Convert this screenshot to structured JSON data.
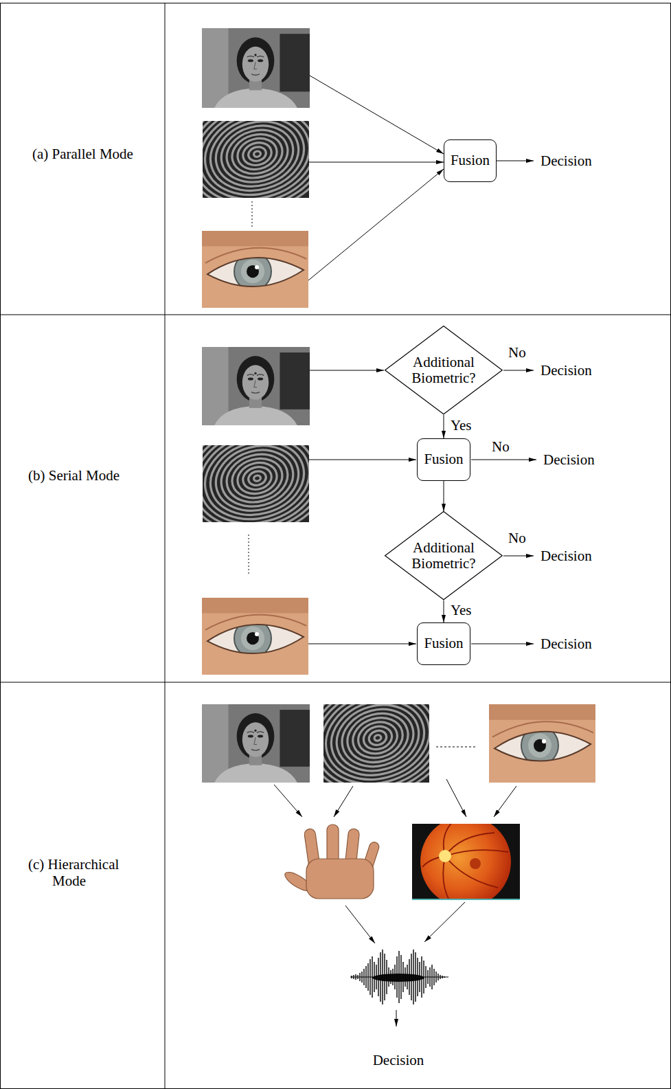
{
  "diagram": {
    "nodes": [
      {
        "text": [
          "Fusion"
        ]
      },
      {
        "text": [
          "Additional Biometric?"
        ]
      },
      {
        "text": [
          "Fusion"
        ]
      },
      {
        "text": [
          "Additional Biometric?"
        ]
      },
      {
        "text": [
          "Fusion"
        ]
      }
    ],
    "edges": [
      {
        "from": 1,
        "to": 2,
        "arrow": "to",
        "label": "Yes"
      },
      {
        "from": 2,
        "to": 3,
        "arrow": "to"
      },
      {
        "from": 3,
        "to": 4,
        "arrow": "to",
        "label": "Yes"
      }
    ],
    "labels": [
      "(a) Parallel Mode",
      "Decision",
      "(b) Serial Mode",
      "No",
      "Decision",
      "No",
      "Decision",
      "No",
      "Decision",
      "Decision",
      "(c) Hierarchical Mode",
      "Decision"
    ]
  }
}
